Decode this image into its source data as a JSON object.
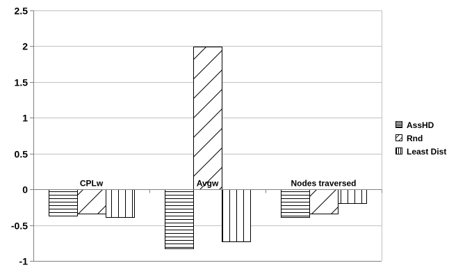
{
  "chart_data": {
    "type": "bar",
    "categories": [
      "CPLw",
      "Avgw",
      "Nodes traversed"
    ],
    "series": [
      {
        "name": "AssHD",
        "values": [
          -0.37,
          -0.83,
          -0.39
        ],
        "pattern": "horizontal"
      },
      {
        "name": "Rnd",
        "values": [
          -0.34,
          1.99,
          -0.34
        ],
        "pattern": "diagonal"
      },
      {
        "name": "Least Dist",
        "values": [
          -0.39,
          -0.73,
          -0.19
        ],
        "pattern": "vertical"
      }
    ],
    "ylim": [
      -1,
      2.5
    ],
    "yticks": [
      -1,
      -0.5,
      0,
      0.5,
      1,
      1.5,
      2,
      2.5
    ],
    "ytick_labels": [
      "-1",
      "-0.5",
      "0",
      "0.5",
      "1",
      "1.5",
      "2",
      "2.5"
    ],
    "grid": true,
    "legend": "right",
    "colors": {
      "grid": "#c0c0c0",
      "axis": "#808080",
      "bar_stroke": "#000000",
      "bar_fill": "#ffffff"
    }
  }
}
